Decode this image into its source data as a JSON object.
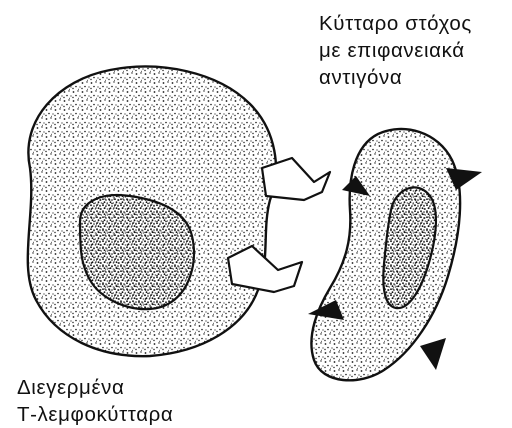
{
  "labels": {
    "target_cell": {
      "lines": [
        "Κύτταρο στόχος",
        "με επιφανειακά",
        "αντιγόνα"
      ]
    },
    "activated_tcells": {
      "lines": [
        "Διεγερμένα",
        "Τ-λεμφοκύτταρα"
      ]
    }
  },
  "colors": {
    "ink": "#111111",
    "cell_fill": "#ffffff",
    "stipple": "#1a1a1a",
    "antigen": "#111111"
  }
}
